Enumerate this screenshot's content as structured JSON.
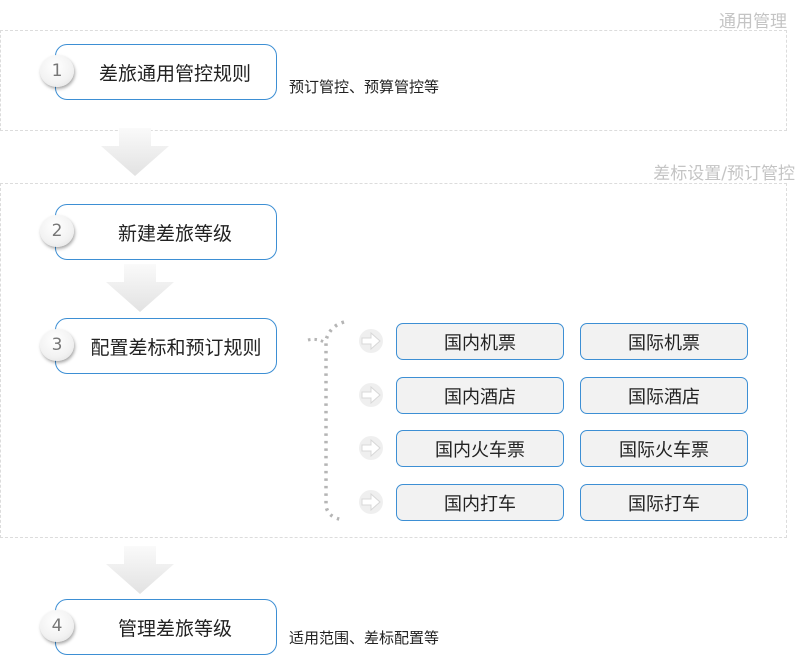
{
  "sections": {
    "general": {
      "label": "通用管理"
    },
    "standards": {
      "label": "差标设置/预订管控"
    }
  },
  "steps": [
    {
      "number": "1",
      "title": "差旅通用管控规则",
      "note": "预订管控、预算管控等"
    },
    {
      "number": "2",
      "title": "新建差旅等级",
      "note": ""
    },
    {
      "number": "3",
      "title": "配置差标和预订规则",
      "note": ""
    },
    {
      "number": "4",
      "title": "管理差旅等级",
      "note": "适用范围、差标配置等"
    }
  ],
  "options": [
    {
      "domestic": "国内机票",
      "international": "国际机票"
    },
    {
      "domestic": "国内酒店",
      "international": "国际酒店"
    },
    {
      "domestic": "国内火车票",
      "international": "国际火车票"
    },
    {
      "domestic": "国内打车",
      "international": "国际打车"
    }
  ],
  "colors": {
    "accent_border": "#3d8fd4",
    "option_fill": "#f2f2f2",
    "section_label": "#c4c4c4"
  }
}
